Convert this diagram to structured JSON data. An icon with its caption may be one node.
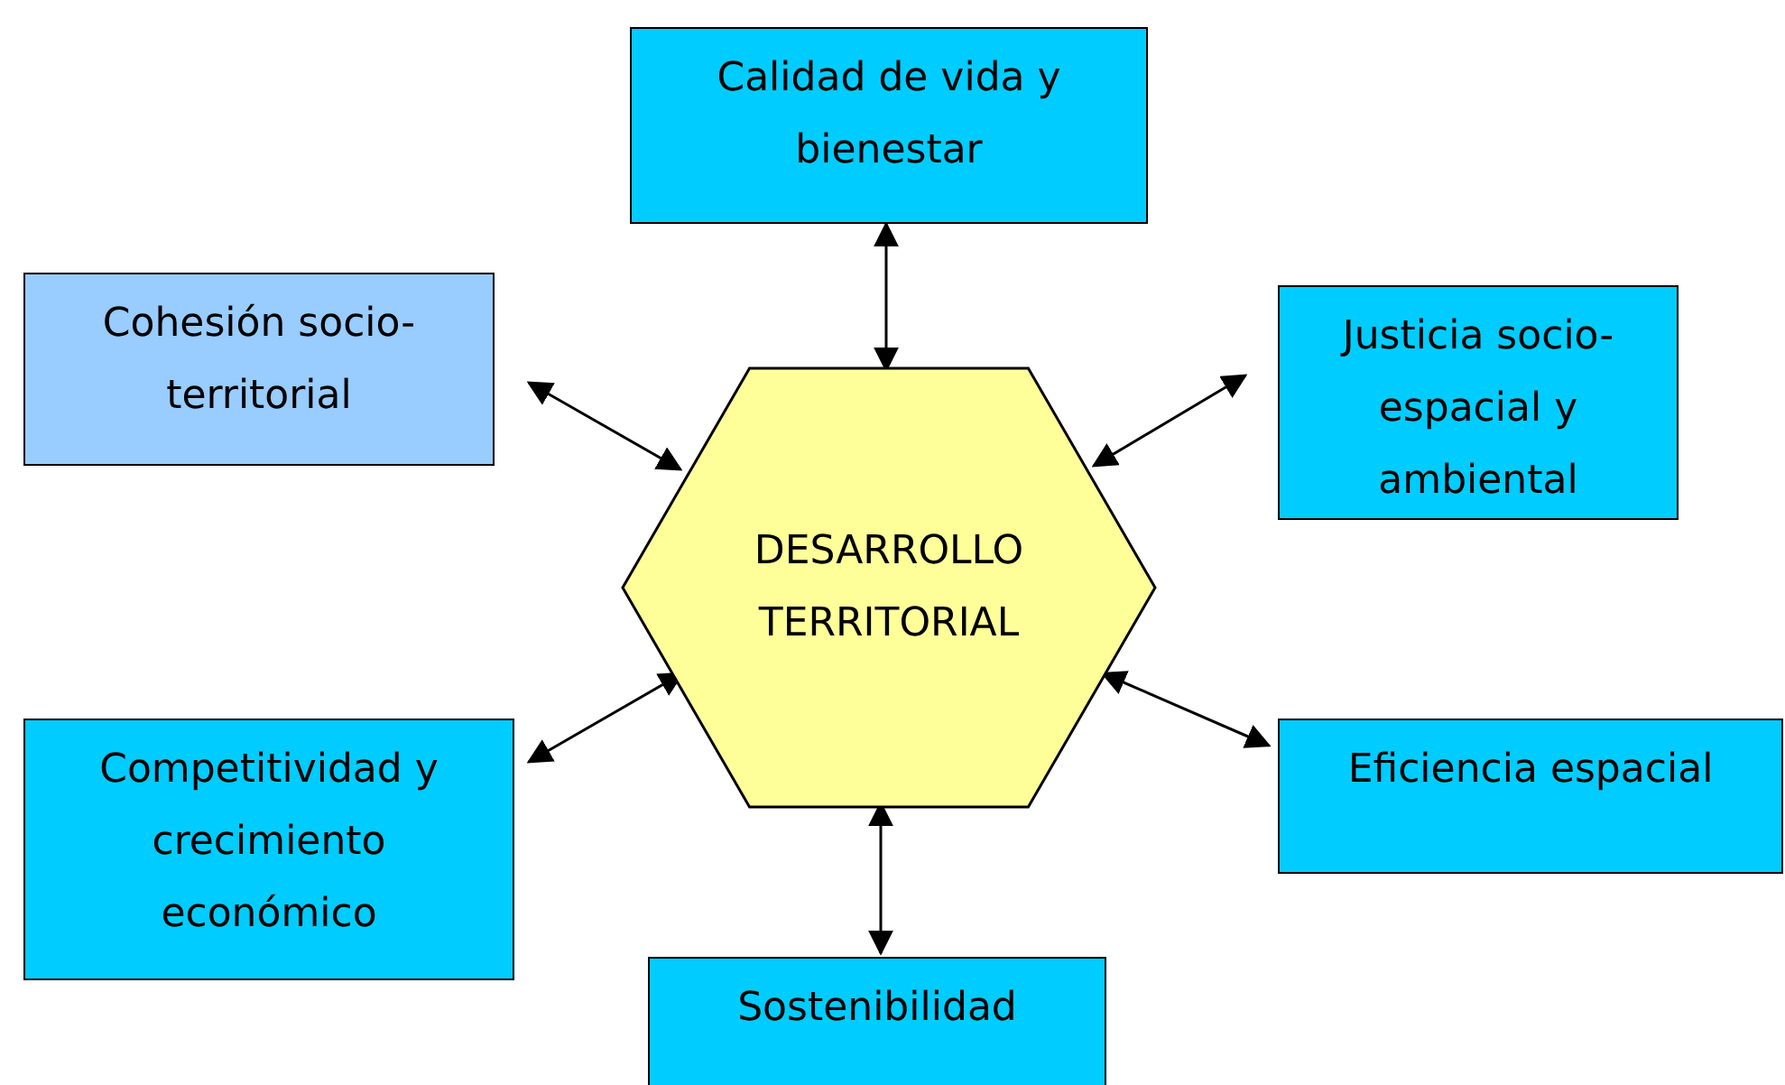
{
  "diagram": {
    "nodes": [
      {
        "text": [
          "Calidad de vida y bienestar"
        ]
      },
      {
        "text": [
          "Cohesión socio-territorial"
        ]
      },
      {
        "text": [
          "Justicia socio-espacial y ambiental"
        ]
      },
      {
        "text": [
          "DESARROLLO TERRITORIAL"
        ]
      },
      {
        "text": [
          "Competitividad y crecimiento económico"
        ]
      },
      {
        "text": [
          "Eficiencia espacial"
        ]
      },
      {
        "text": [
          "Sostenibilidad"
        ]
      }
    ],
    "edges": [
      {
        "from": 0,
        "to": 3,
        "arrow": "both"
      },
      {
        "from": 1,
        "to": 3,
        "arrow": "both"
      },
      {
        "from": 2,
        "to": 3,
        "arrow": "both"
      },
      {
        "from": 4,
        "to": 3,
        "arrow": "both"
      },
      {
        "from": 5,
        "to": 3,
        "arrow": "both"
      },
      {
        "from": 6,
        "to": 3,
        "arrow": "both"
      }
    ]
  }
}
